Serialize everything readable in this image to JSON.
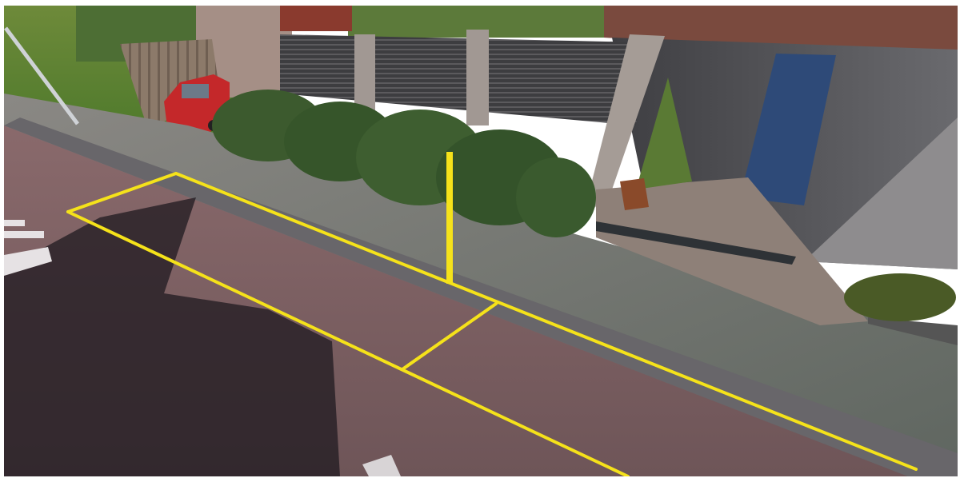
{
  "scene": {
    "description_tags": [
      "street",
      "parking-bay",
      "sidewalk",
      "hedge",
      "fence",
      "house",
      "red-car",
      "shadow"
    ],
    "road_marking_text": "",
    "colors": {
      "road": "#7a5a5e",
      "sidewalk": "#7c7b78",
      "hedge": "#3c5a2e",
      "fence": "#4a4a4c",
      "pillar": "#a19893",
      "house_wall": "#5a5a5c",
      "door": "#2e4a78",
      "car": "#c4282a",
      "annotation": "#f5e21a",
      "shadow": "#221c22"
    }
  },
  "annotations": {
    "parking_bay_outline": "yellow",
    "bollard_marker": "yellow"
  }
}
